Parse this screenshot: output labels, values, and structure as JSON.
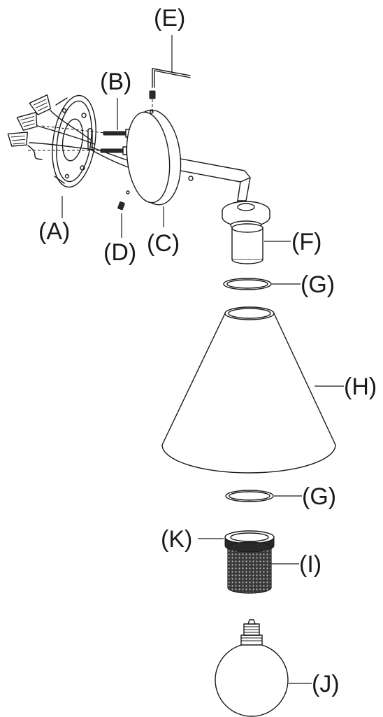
{
  "labels": {
    "A": "(A)",
    "B": "(B)",
    "C": "(C)",
    "D": "(D)",
    "E": "(E)",
    "F": "(F)",
    "G_upper": "(G)",
    "G_lower": "(G)",
    "H": "(H)",
    "I": "(I)",
    "J": "(J)",
    "K": "(K)"
  },
  "colors": {
    "line": "#1a1a1a",
    "background": "#ffffff",
    "knurl": "#2a2a2a"
  }
}
